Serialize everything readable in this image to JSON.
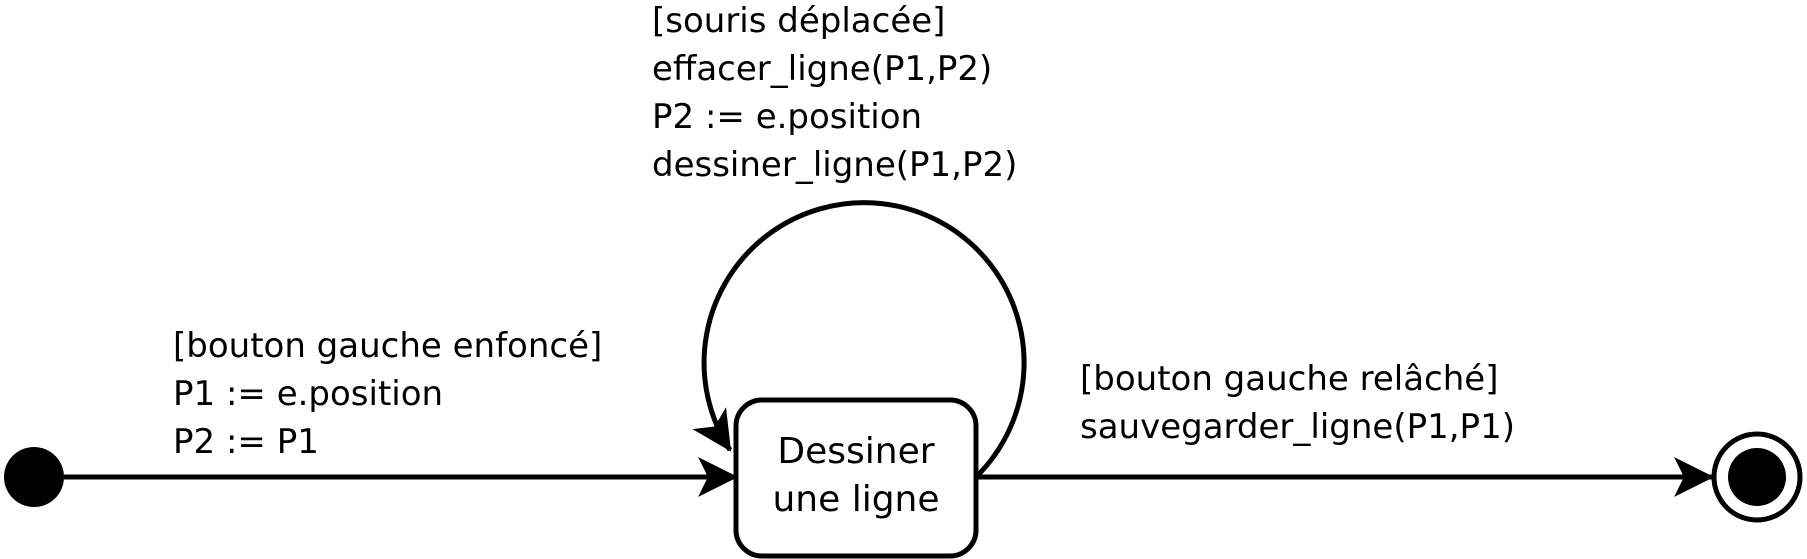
{
  "states": {
    "draw_line": {
      "line1": "Dessiner",
      "line2": "une ligne"
    }
  },
  "transitions": {
    "initial_to_draw": {
      "guard": "[bouton gauche enfoncé]",
      "actions": [
        "P1 := e.position",
        "P2 := P1"
      ]
    },
    "self_loop": {
      "guard": "[souris déplacée]",
      "actions": [
        "effacer_ligne(P1,P2)",
        "P2 := e.position",
        "dessiner_ligne(P1,P2)"
      ]
    },
    "draw_to_final": {
      "guard": "[bouton gauche relâché]",
      "actions": [
        "sauvegarder_ligne(P1,P1)"
      ]
    }
  },
  "colors": {
    "stroke": "#000000",
    "background": "#ffffff"
  }
}
